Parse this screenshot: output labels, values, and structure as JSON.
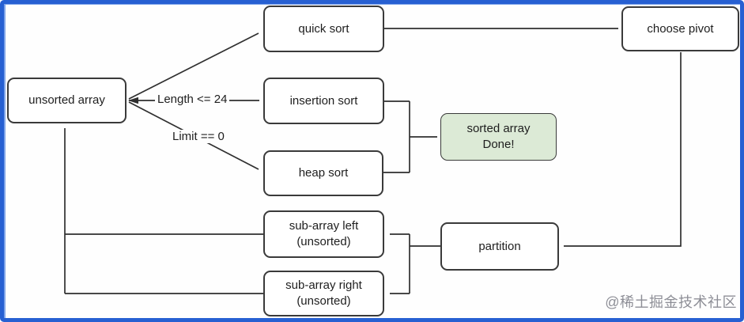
{
  "frame": {
    "accent_color": "#2760d2",
    "accent_light": "#7fa4e9",
    "background": "#fefefe"
  },
  "diagram": {
    "nodes": {
      "unsorted_array": {
        "label": "unsorted array"
      },
      "quick_sort": {
        "label": "quick sort"
      },
      "insertion_sort": {
        "label": "insertion sort"
      },
      "heap_sort": {
        "label": "heap sort"
      },
      "sorted_array_done": {
        "line1": "sorted array",
        "line2": "Done!",
        "fill": "#dcead6",
        "border": "#9fb694"
      },
      "choose_pivot": {
        "label": "choose pivot"
      },
      "partition": {
        "label": "partition"
      },
      "sub_array_left": {
        "line1": "sub-array left",
        "line2": "(unsorted)"
      },
      "sub_array_right": {
        "line1": "sub-array right",
        "line2": "(unsorted)"
      }
    },
    "edge_labels": {
      "length_condition": "Length <= 24",
      "limit_condition": "Limit == 0"
    },
    "line_color": "#2f2f2f",
    "node_border_color": "#3a3a3a"
  },
  "watermark": {
    "text": "@稀土掘金技术社区",
    "color": "#8d8e96"
  }
}
